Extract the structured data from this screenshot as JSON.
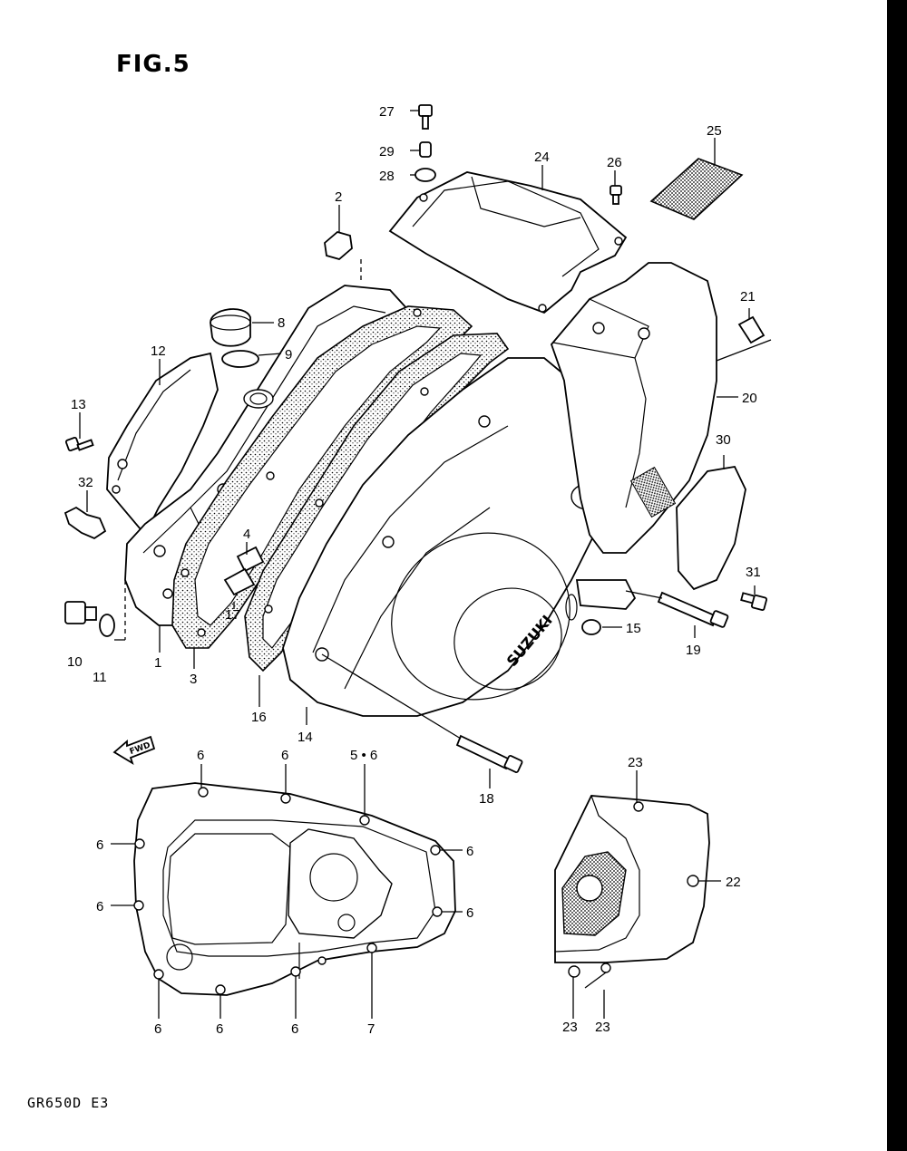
{
  "figure": {
    "title": "FIG.5",
    "model_code": "GR650D E3",
    "fwd_arrow": "FWD",
    "logo_text": "SUZUKI"
  },
  "callouts": {
    "c1": "1",
    "c2": "2",
    "c3": "3",
    "c4": "4",
    "c8": "8",
    "c9": "9",
    "c10": "10",
    "c11": "11",
    "c12": "12",
    "c13": "13",
    "c14": "14",
    "c15": "15",
    "c16": "16",
    "c17": "17",
    "c18": "18",
    "c19": "19",
    "c20": "20",
    "c21": "21",
    "c22": "22",
    "c24": "24",
    "c25": "25",
    "c26": "26",
    "c27": "27",
    "c28": "28",
    "c29": "29",
    "c30": "30",
    "c31": "31",
    "c32": "32",
    "c6a": "6",
    "c6b": "6",
    "c56": "5 • 6",
    "c6c": "6",
    "c6d": "6",
    "c6e": "6",
    "c6f": "6",
    "c6g": "6",
    "c6h": "6",
    "c6i": "6",
    "c7": "7",
    "c23a": "23",
    "c23b": "23",
    "c23c": "23"
  }
}
